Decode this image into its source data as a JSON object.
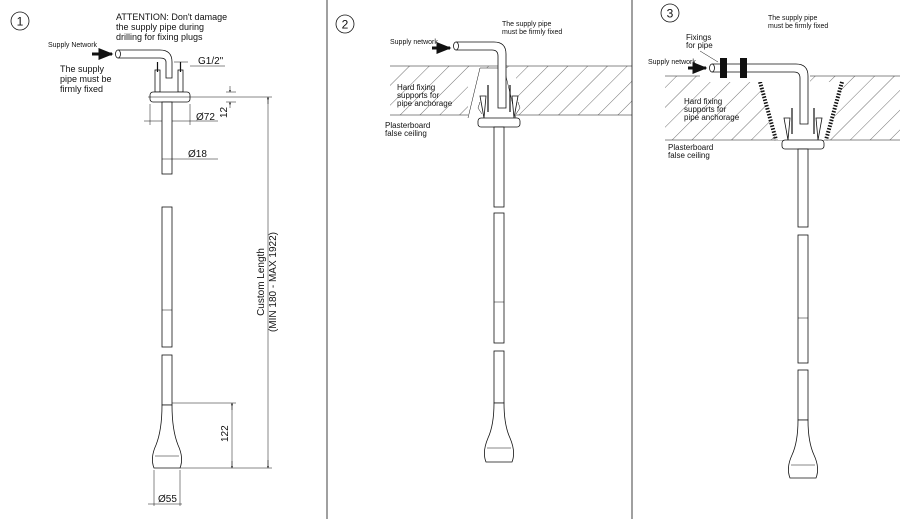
{
  "steps": [
    {
      "number": "1",
      "attention": [
        "ATTENTION: Don't damage",
        "the supply pipe during",
        "drilling for fixing plugs"
      ],
      "supply_network": "Supply Network",
      "firm": [
        "The supply",
        "pipe must be",
        "firmly fixed"
      ],
      "thread": "G1/2\"",
      "d72": "Ø72",
      "h12": "12",
      "d18": "Ø18",
      "custom_length": "Custom Length",
      "range": "(MIN 180 - MAX 1922)",
      "h122": "122",
      "d55": "Ø55"
    },
    {
      "number": "2",
      "firm": [
        "The supply pipe",
        "must be firmly fixed"
      ],
      "supply_network": "Supply network",
      "hard_fixing": [
        "Hard fixing",
        "supports for",
        "pipe anchorage"
      ],
      "plasterboard": [
        "Plasterboard",
        "false ceiling"
      ]
    },
    {
      "number": "3",
      "firm": [
        "The supply pipe",
        "must be firmly fixed"
      ],
      "fixings": [
        "Fixings",
        "for pipe"
      ],
      "supply_network": "Supply network",
      "hard_fixing": [
        "Hard fixing",
        "supports for",
        "pipe anchorage"
      ],
      "plasterboard": [
        "Plasterboard",
        "false ceiling"
      ]
    }
  ]
}
